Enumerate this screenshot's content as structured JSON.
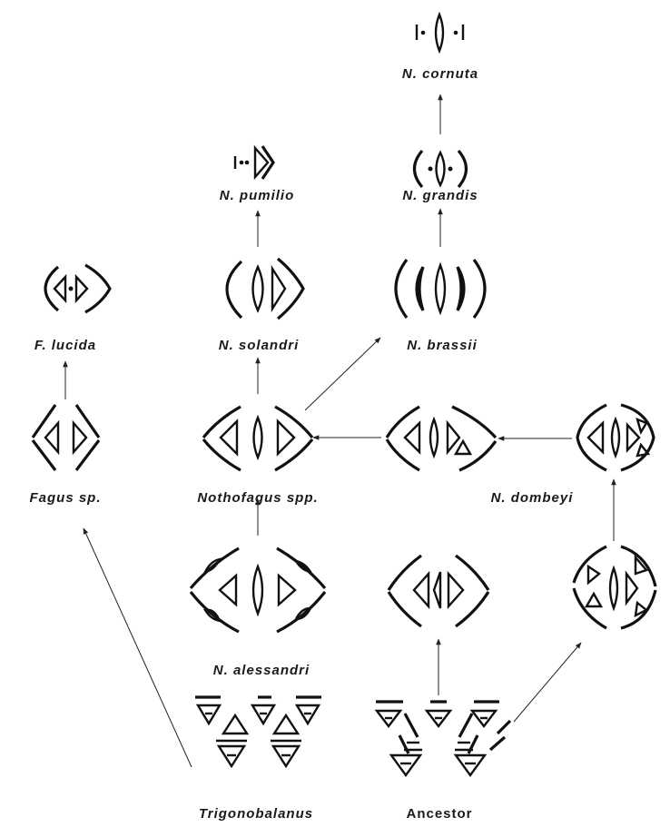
{
  "labels": {
    "n_cornuta": "N. cornuta",
    "n_pumilio": "N. pumilio",
    "n_grandis": "N. grandis",
    "f_lucida": "F. lucida",
    "n_solandri": "N. solandri",
    "n_brassii": "N. brassii",
    "fagus": "Fagus sp.",
    "nothofagus": "Nothofagus spp.",
    "n_dombeyi": "N. dombeyi",
    "n_alessandri": "N. alessandri",
    "trigonobalanus": "Trigonobalanus",
    "ancestor": "Ancestor"
  },
  "colors": {
    "ink": "#111111",
    "background": "#ffffff"
  }
}
